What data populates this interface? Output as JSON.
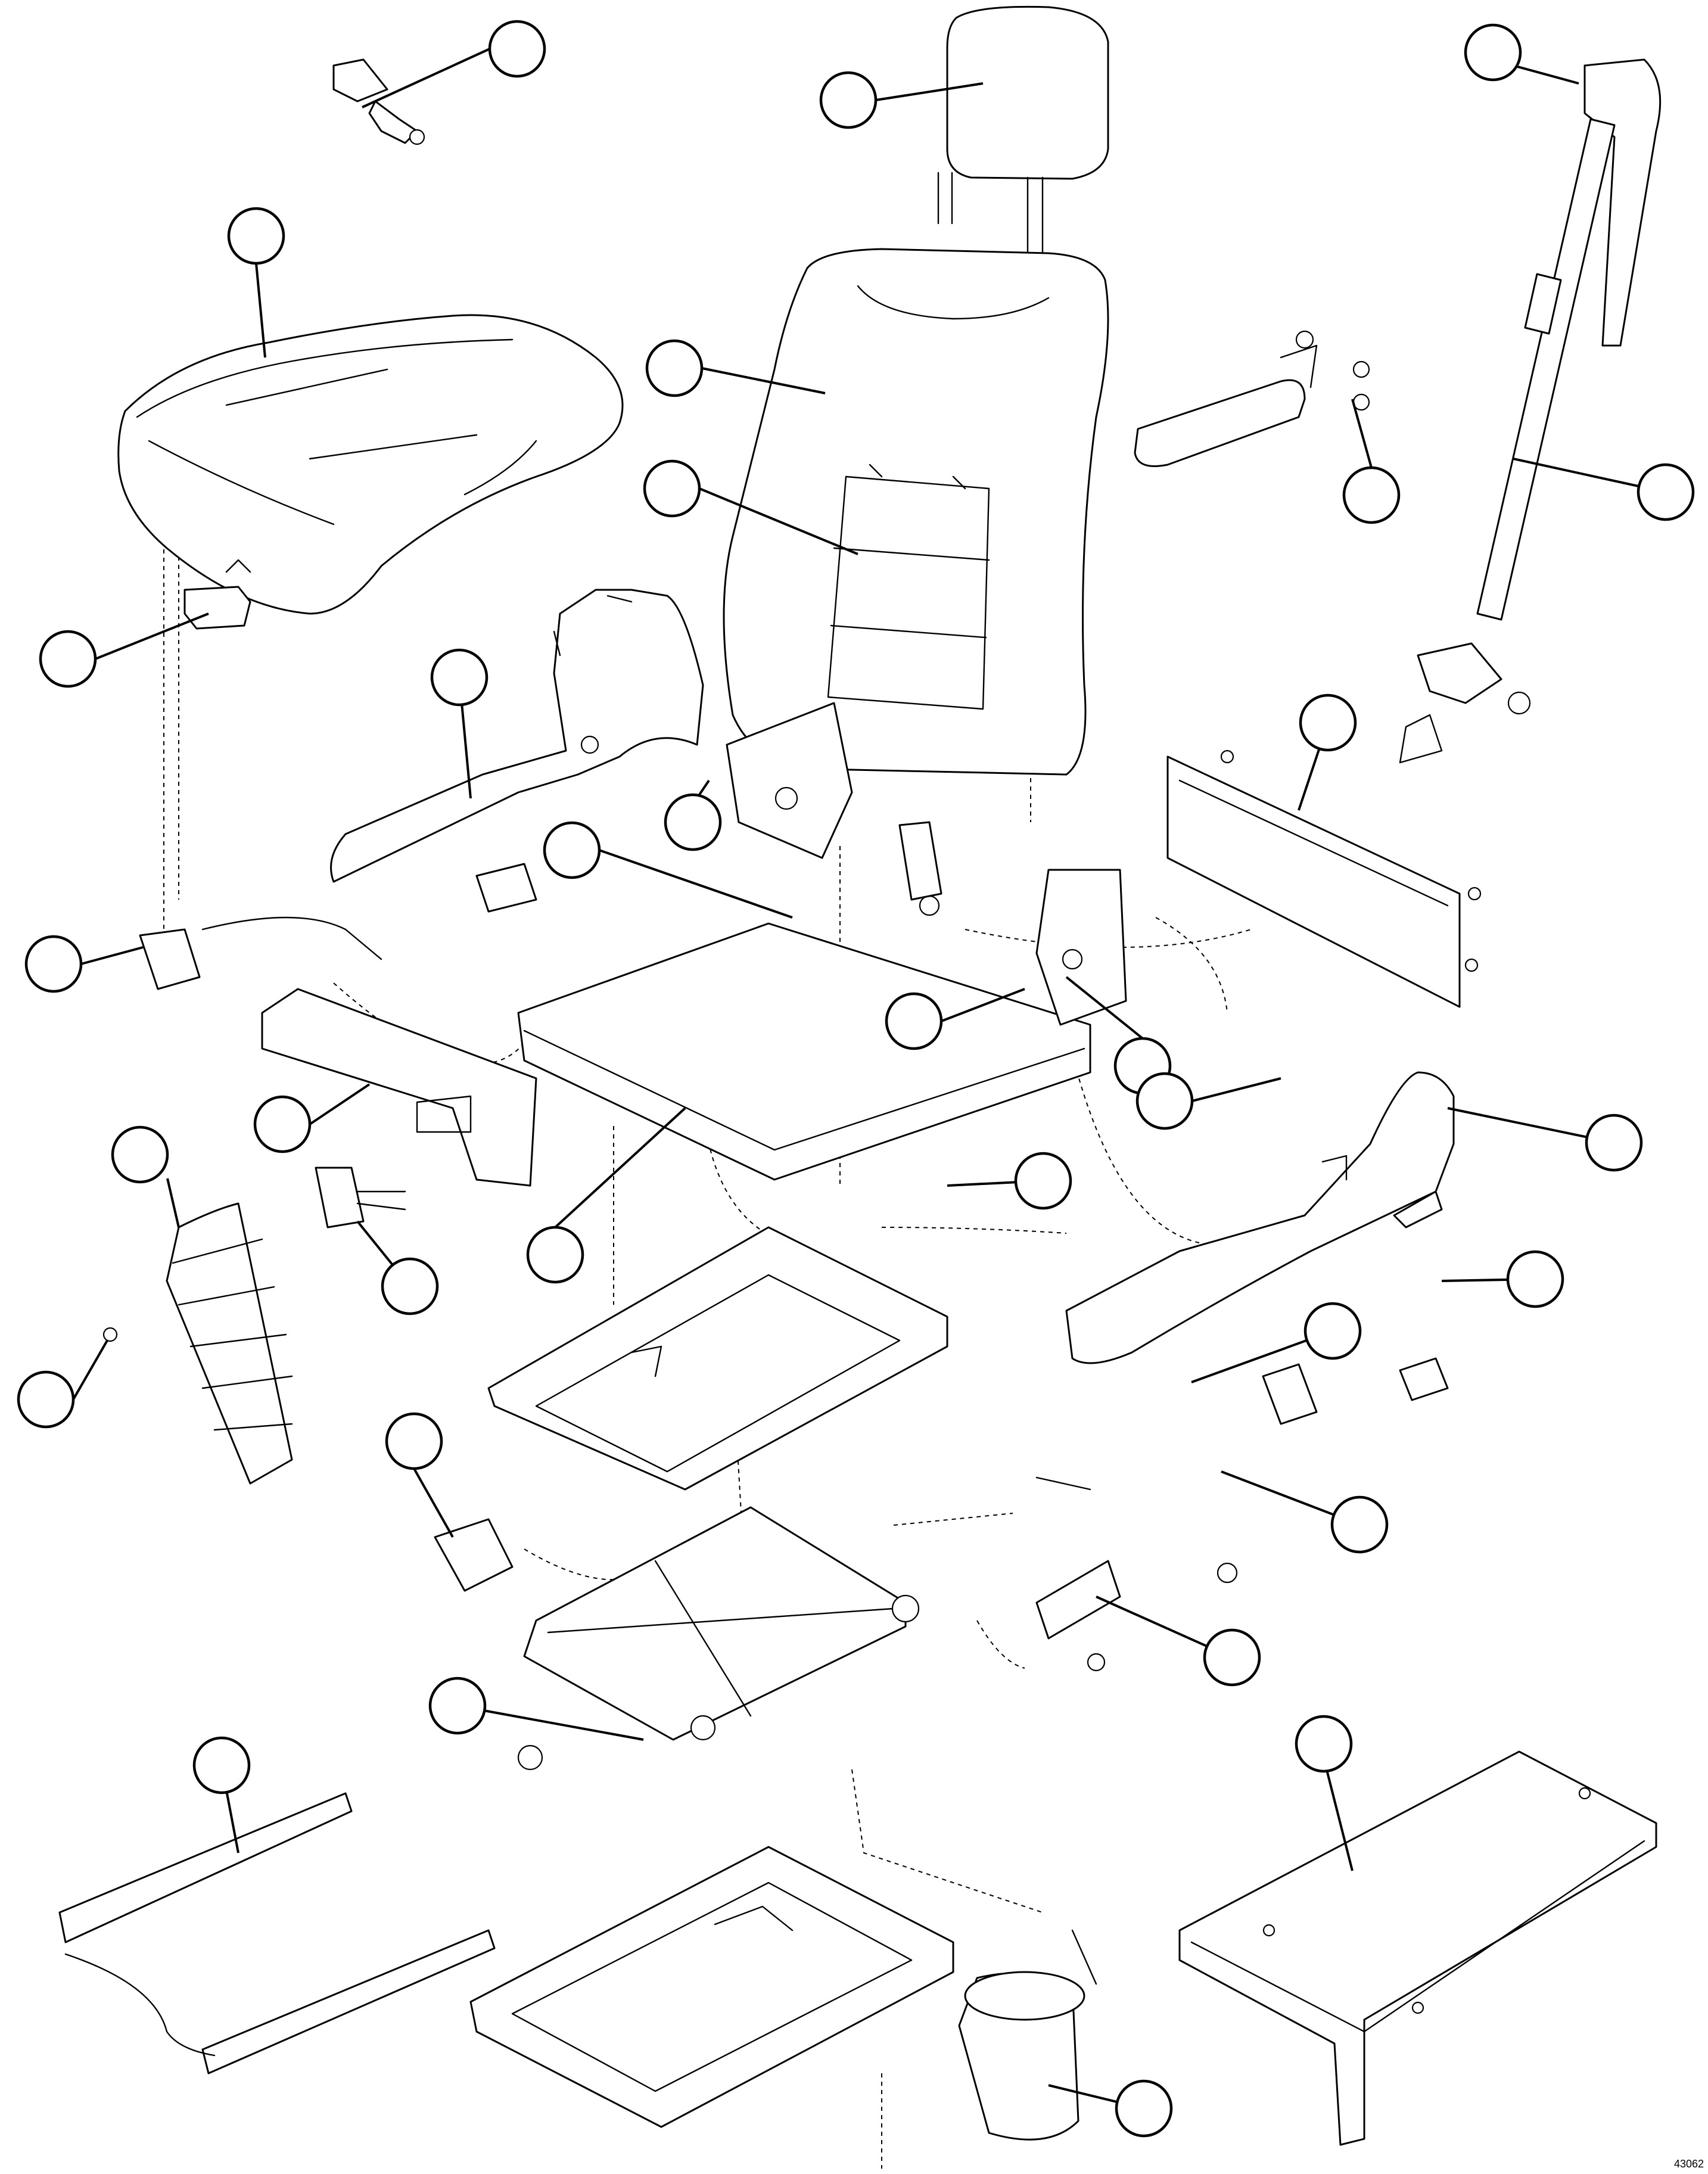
{
  "diagram": {
    "type": "exploded-parts-view",
    "subject": "seat assembly",
    "callout_count": 33,
    "callout_labels": [],
    "reference_number": "43062",
    "colors": {
      "line": "#000000",
      "background": "#ffffff"
    }
  }
}
